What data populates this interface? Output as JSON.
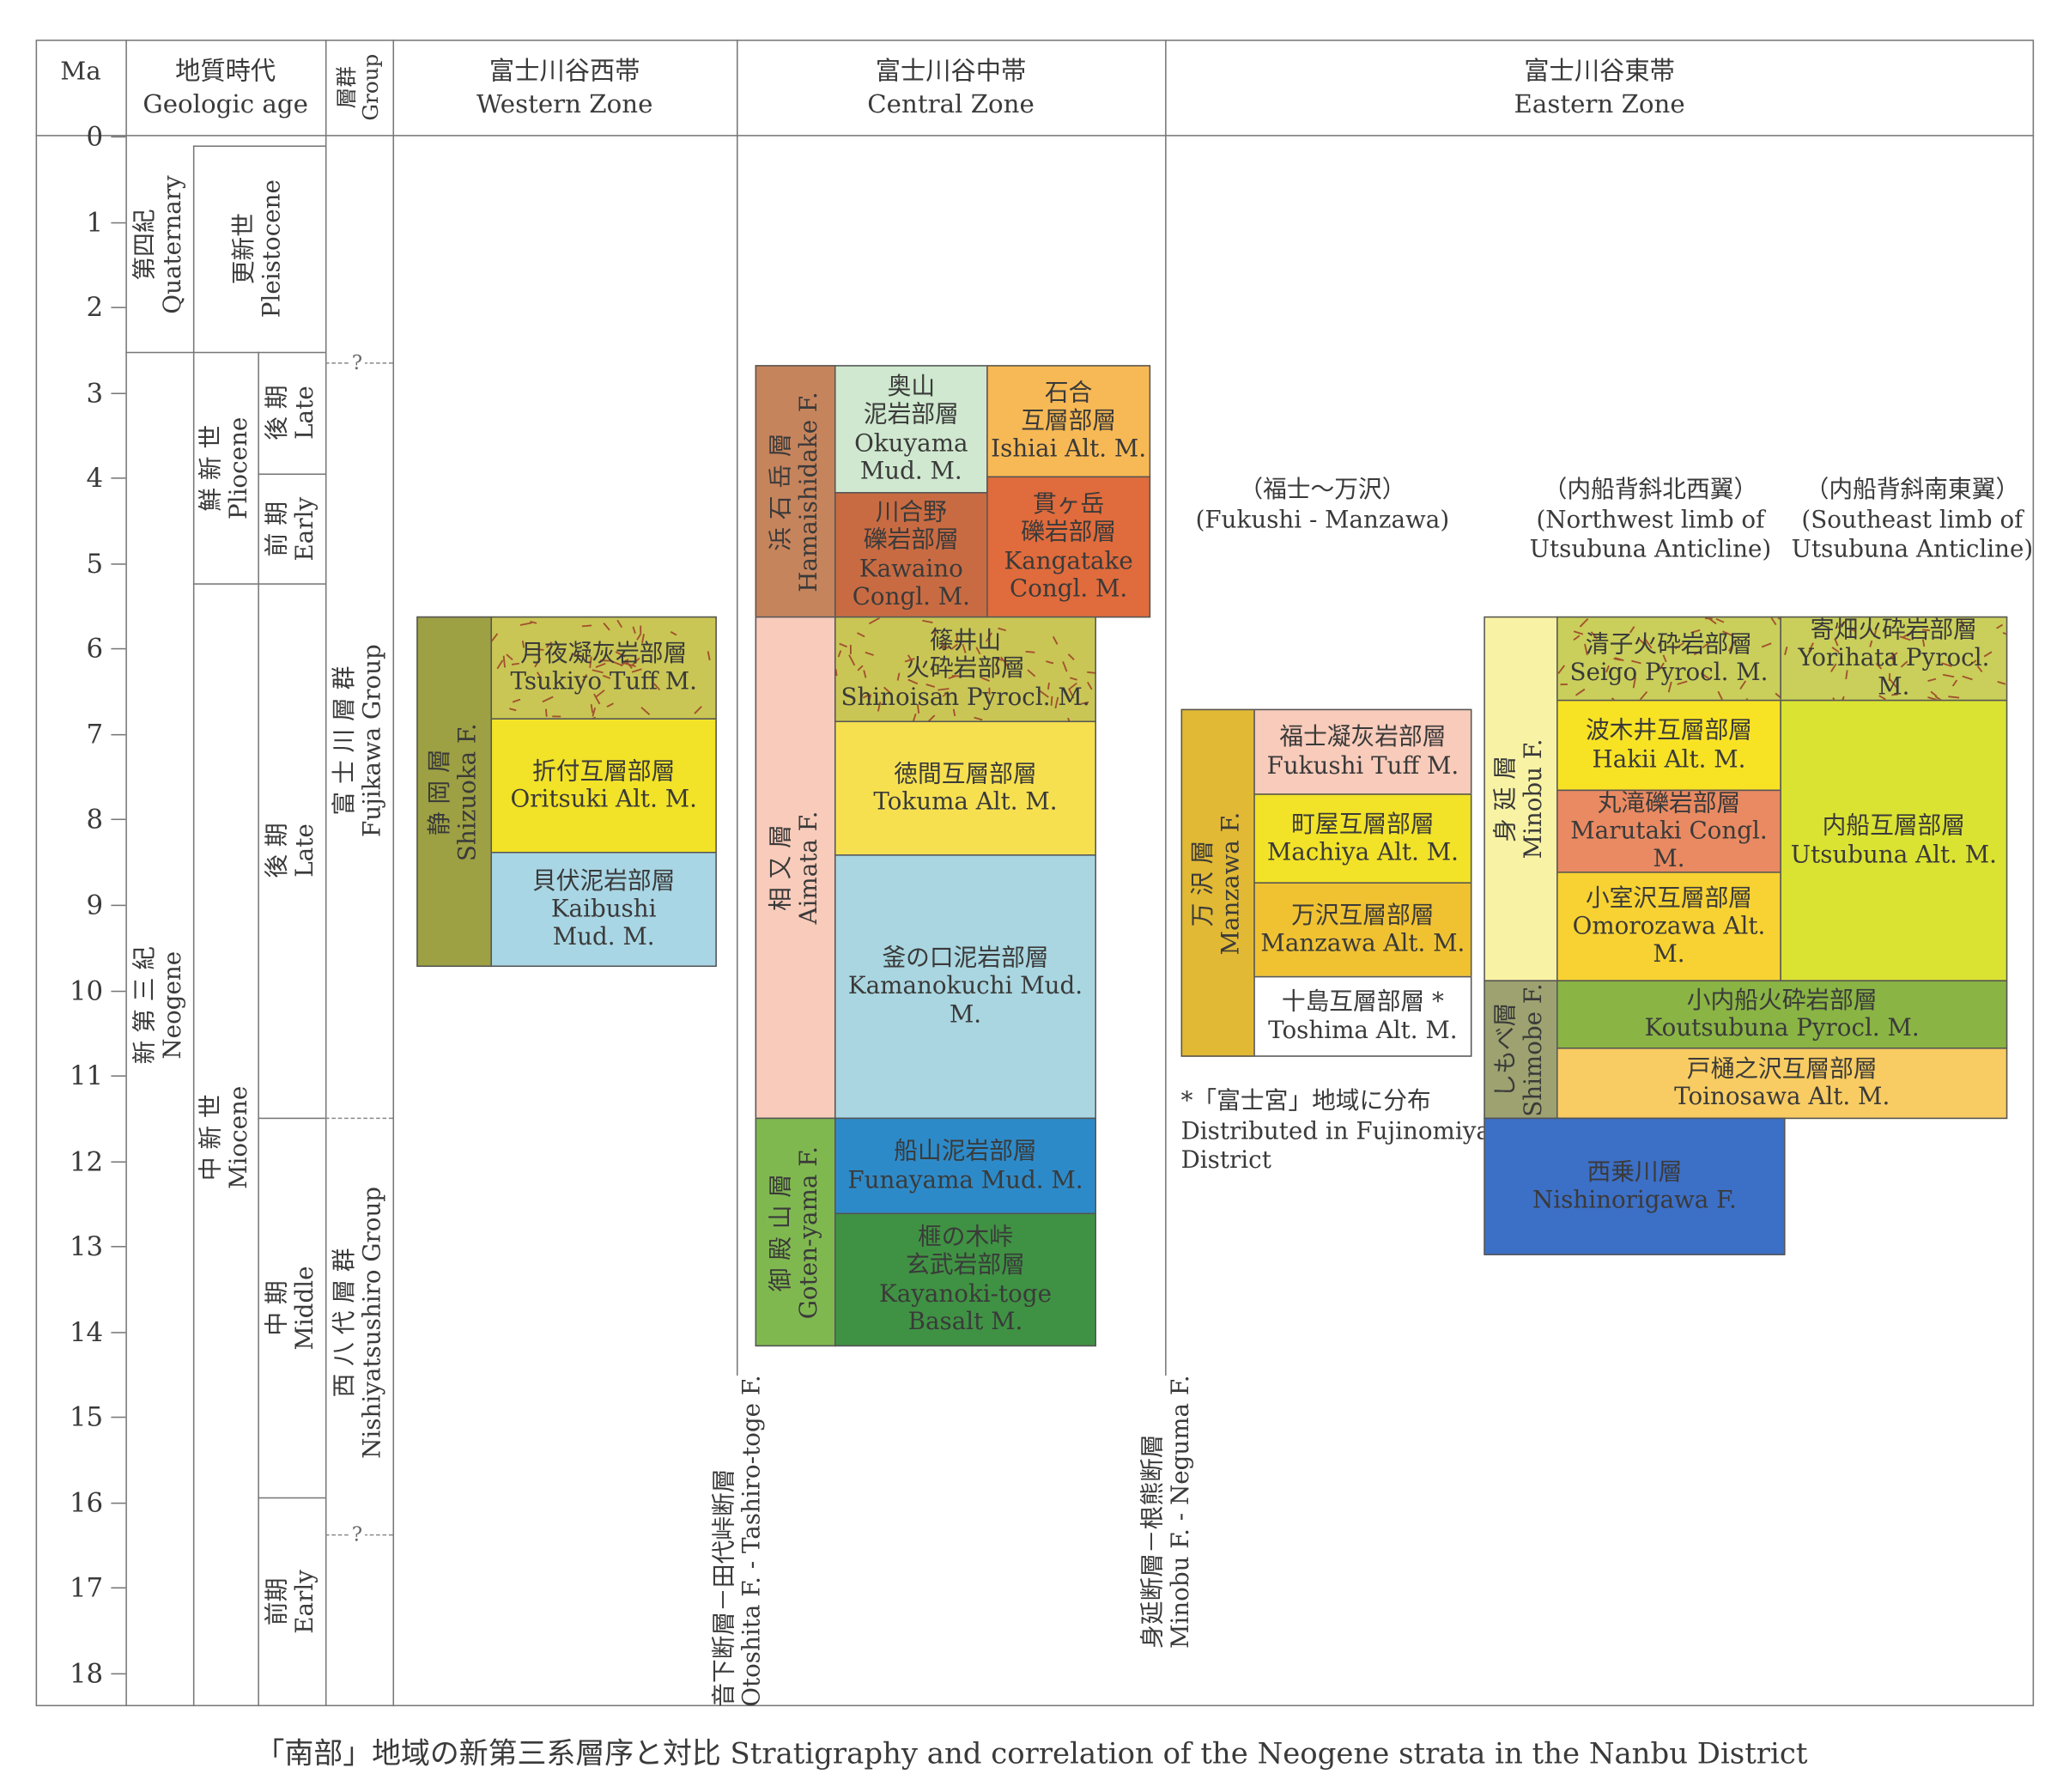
{
  "header": {
    "ma": "Ma",
    "age_ja": "地質時代",
    "age_en": "Geologic age",
    "group_ja": "層群",
    "group_en": "Group",
    "western_ja": "富士川谷西帯",
    "western_en": "Western Zone",
    "central_ja": "富士川谷中帯",
    "central_en": "Central Zone",
    "eastern_ja": "富士川谷東帯",
    "eastern_en": "Eastern Zone"
  },
  "ma_ticks": [
    "0",
    "1",
    "2",
    "3",
    "4",
    "5",
    "6",
    "7",
    "8",
    "9",
    "10",
    "11",
    "12",
    "13",
    "14",
    "15",
    "16",
    "17",
    "18"
  ],
  "ages": {
    "quaternary": {
      "ja": "第四紀",
      "en": "Quaternary"
    },
    "pleistocene": {
      "ja": "更新世",
      "en": "Pleistocene"
    },
    "neogene": {
      "ja": "新 第 三 紀",
      "en": "Neogene"
    },
    "pliocene": {
      "ja": "鮮 新 世",
      "en": "Pliocene"
    },
    "pliocene_late": {
      "ja": "後 期",
      "en": "Late"
    },
    "pliocene_early": {
      "ja": "前 期",
      "en": "Early"
    },
    "miocene": {
      "ja": "中 新 世",
      "en": "Miocene"
    },
    "miocene_late": {
      "ja": "後 期",
      "en": "Late"
    },
    "miocene_middle": {
      "ja": "中 期",
      "en": "Middle"
    },
    "miocene_early": {
      "ja": "前期",
      "en": "Early"
    }
  },
  "groups": {
    "uncertain": "?",
    "fujikawa": {
      "ja": "富 士 川 層 群",
      "en": "Fujikawa Group"
    },
    "nishiyatsushiro": {
      "ja": "西 八 代 層 群",
      "en": "Nishiyatsushiro Group"
    }
  },
  "western": {
    "shizuoka": {
      "ja": "静 岡 層",
      "en": "Shizuoka F."
    },
    "tsukiyo": {
      "ja": "月夜凝灰岩部層",
      "en": "Tsukiyo Tuff M."
    },
    "oritsuki": {
      "ja": "折付互層部層",
      "en": "Oritsuki Alt. M."
    },
    "kaibushi": {
      "ja": "貝伏泥岩部層",
      "en": "Kaibushi\nMud. M."
    }
  },
  "central": {
    "hamaishidake": {
      "ja": "浜 石 岳 層",
      "en": "Hamaishidake F."
    },
    "okuyama": {
      "ja": "奥山\n泥岩部層",
      "en": "Okuyama\nMud. M."
    },
    "ishiai": {
      "ja": "石合\n互層部層",
      "en": "Ishiai Alt. M."
    },
    "kawaino": {
      "ja": "川合野\n礫岩部層",
      "en": "Kawaino\nCongl. M."
    },
    "kangatake": {
      "ja": "貫ヶ岳\n礫岩部層",
      "en": "Kangatake\nCongl. M."
    },
    "aimata": {
      "ja": "相 又 層",
      "en": "Aimata F."
    },
    "shinoisan": {
      "ja": "篠井山\n火砕岩部層",
      "en": "Shinoisan Pyrocl. M."
    },
    "tokuma": {
      "ja": "徳間互層部層",
      "en": "Tokuma Alt. M."
    },
    "kamanokuchi": {
      "ja": "釜の口泥岩部層",
      "en": "Kamanokuchi Mud. M."
    },
    "gotenyama": {
      "ja": "御 殿 山 層",
      "en": "Goten-yama F."
    },
    "funayama": {
      "ja": "船山泥岩部層",
      "en": "Funayama Mud. M."
    },
    "kayanoki": {
      "ja": "榧の木峠\n玄武岩部層",
      "en": "Kayanoki-toge\nBasalt M."
    }
  },
  "faults": {
    "otoshita": {
      "ja": "音下断層－田代峠断層",
      "en": "Otoshita F. - Tashiro-toge F."
    },
    "minobu": {
      "ja": "身延断層－根熊断層",
      "en": "Minobu F. - Neguma F."
    }
  },
  "eastern": {
    "sub_fukushi": {
      "ja": "（福士～万沢）",
      "en": "(Fukushi - Manzawa)"
    },
    "sub_northwest": {
      "ja": "（内船背斜北西翼）",
      "en": "(Northwest limb of\nUtsubuna Anticline)"
    },
    "sub_southeast": {
      "ja": "（内船背斜南東翼）",
      "en": "(Southeast limb of\nUtsubuna Anticline)"
    },
    "manzawa_f": {
      "ja": "万 沢 層",
      "en": "Manzawa F."
    },
    "fukushi": {
      "ja": "福士凝灰岩部層",
      "en": "Fukushi Tuff M."
    },
    "machiya": {
      "ja": "町屋互層部層",
      "en": "Machiya Alt. M."
    },
    "manzawa": {
      "ja": "万沢互層部層",
      "en": "Manzawa Alt. M."
    },
    "toshima": {
      "ja": "十島互層部層 *",
      "en": "Toshima Alt. M."
    },
    "note": {
      "ja": "*「富士宮」地域に分布",
      "en": "Distributed in Fujinomiya\nDistrict"
    },
    "minobu_f": {
      "ja": "身 延 層",
      "en": "Minobu F."
    },
    "seigo": {
      "ja": "清子火砕岩部層",
      "en": "Seigo Pyrocl. M."
    },
    "yorihata": {
      "ja": "寄畑火砕岩部層",
      "en": "Yorihata Pyrocl. M."
    },
    "hakii": {
      "ja": "波木井互層部層",
      "en": "Hakii Alt. M."
    },
    "marutaki": {
      "ja": "丸滝礫岩部層",
      "en": "Marutaki Congl. M."
    },
    "omorozawa": {
      "ja": "小室沢互層部層",
      "en": "Omorozawa Alt. M."
    },
    "utsubuna": {
      "ja": "内船互層部層",
      "en": "Utsubuna Alt. M."
    },
    "shimobe_f": {
      "ja": "しもべ層",
      "en": "Shimobe F."
    },
    "koutsubuna": {
      "ja": "小内船火砕岩部層",
      "en": "Koutsubuna Pyrocl. M."
    },
    "toinosawa": {
      "ja": "戸樋之沢互層部層",
      "en": "Toinosawa Alt. M."
    },
    "nishinorigawa": {
      "ja": "西乗川層",
      "en": "Nishinorigawa F."
    }
  },
  "caption": "「南部」地域の新第三系層序と対比  Stratigraphy and correlation of the Neogene strata in the Nanbu District",
  "colors": {
    "tuff": "#c9c655",
    "yellow": "#f2e228",
    "blue_light": "#a9d6e4",
    "olive": "#9da043",
    "brown": "#c6845c",
    "mint": "#cfe8cf",
    "orange": "#f7b955",
    "rust": "#c96b42",
    "red_orange": "#e06b3c",
    "pink": "#f8cbba",
    "green": "#80b850",
    "blue": "#2d8ac8",
    "dark_green": "#3f9243",
    "gold": "#e1b935",
    "royal_blue": "#3c6fc6"
  }
}
